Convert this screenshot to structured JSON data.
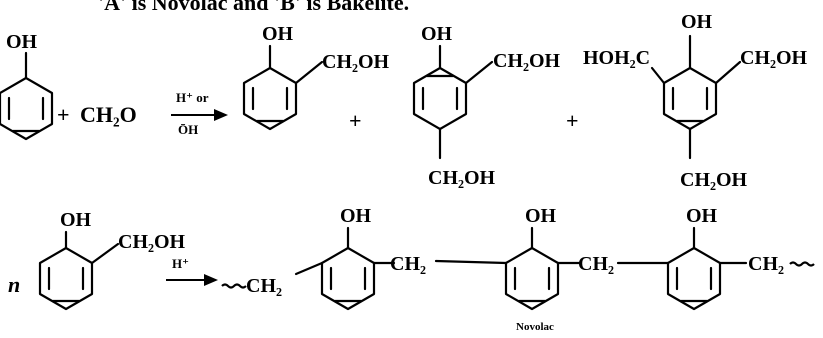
{
  "header_text": "'A' is Novolac and 'B' is Bakelite.",
  "reaction1": {
    "phenol_oh": "OH",
    "plus1": "+",
    "reagent": "CH₂O",
    "cond_top": "H⁺ or",
    "cond_bottom": "ŌH",
    "prod1_oh": "OH",
    "prod1_sub": "CH₂OH",
    "plus2": "+",
    "prod2_oh": "OH",
    "prod2_sub_ortho": "CH₂OH",
    "prod2_sub_para": "CH₂OH",
    "plus3": "+",
    "prod3_oh": "OH",
    "prod3_sub_left": "HOH₂C",
    "prod3_sub_right": "CH₂OH",
    "prod3_sub_para": "CH₂OH"
  },
  "reaction2": {
    "n": "n",
    "mono_oh": "OH",
    "mono_sub": "CH₂OH",
    "cond": "H⁺",
    "unit_oh": "OH",
    "ch2": "CH₂",
    "caption": "Novolac"
  }
}
